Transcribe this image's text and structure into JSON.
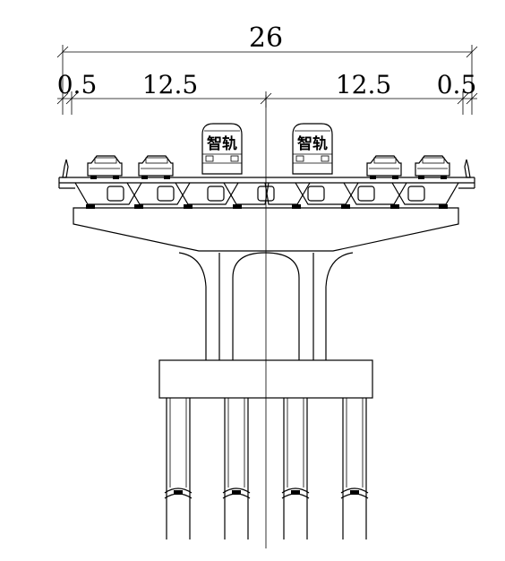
{
  "dimensions": {
    "overall_width": "26",
    "left_edge": "0.5",
    "left_lanes": "12.5",
    "right_lanes": "12.5",
    "right_edge": "0.5"
  },
  "vehicles": {
    "train_label": "智轨"
  }
}
